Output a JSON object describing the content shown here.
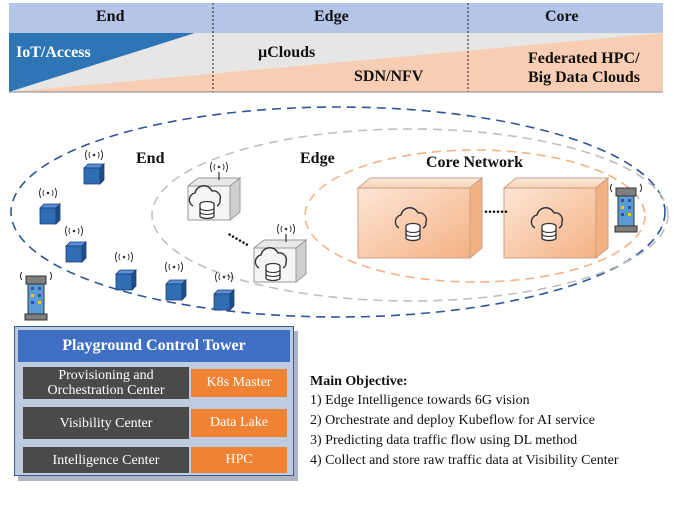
{
  "header": {
    "columns": [
      "End",
      "Edge",
      "Core"
    ],
    "layers": {
      "iot": "IoT/Access",
      "uclouds": "µClouds",
      "sdn": "SDN/NFV",
      "hpc_line1": "Federated HPC/",
      "hpc_line2": "Big Data Clouds"
    }
  },
  "regions": {
    "end": "End",
    "edge": "Edge",
    "core": "Core Network",
    "dots": "......"
  },
  "control_tower": {
    "title": "Playground Control Tower",
    "rows": [
      {
        "left": "Provisioning and Orchestration Center",
        "right": "K8s Master"
      },
      {
        "left": "Visibility Center",
        "right": "Data Lake"
      },
      {
        "left": "Intelligence Center",
        "right": "HPC"
      }
    ]
  },
  "objective": {
    "title": "Main Objective:",
    "items": [
      "1) Edge Intelligence towards 6G vision",
      "2) Orchestrate and deploy Kubeflow for AI service",
      "3) Predicting data traffic flow using DL method",
      "4) Collect and store raw traffic data at Visibility Center"
    ]
  },
  "colors": {
    "header_bg": "#b4c6e7",
    "iot_blue": "#2e75b6",
    "core_peach": "#f8cbad",
    "device_blue": "#2f6db5",
    "tower_blue": "#3f6fc3",
    "orange": "#f08234"
  }
}
